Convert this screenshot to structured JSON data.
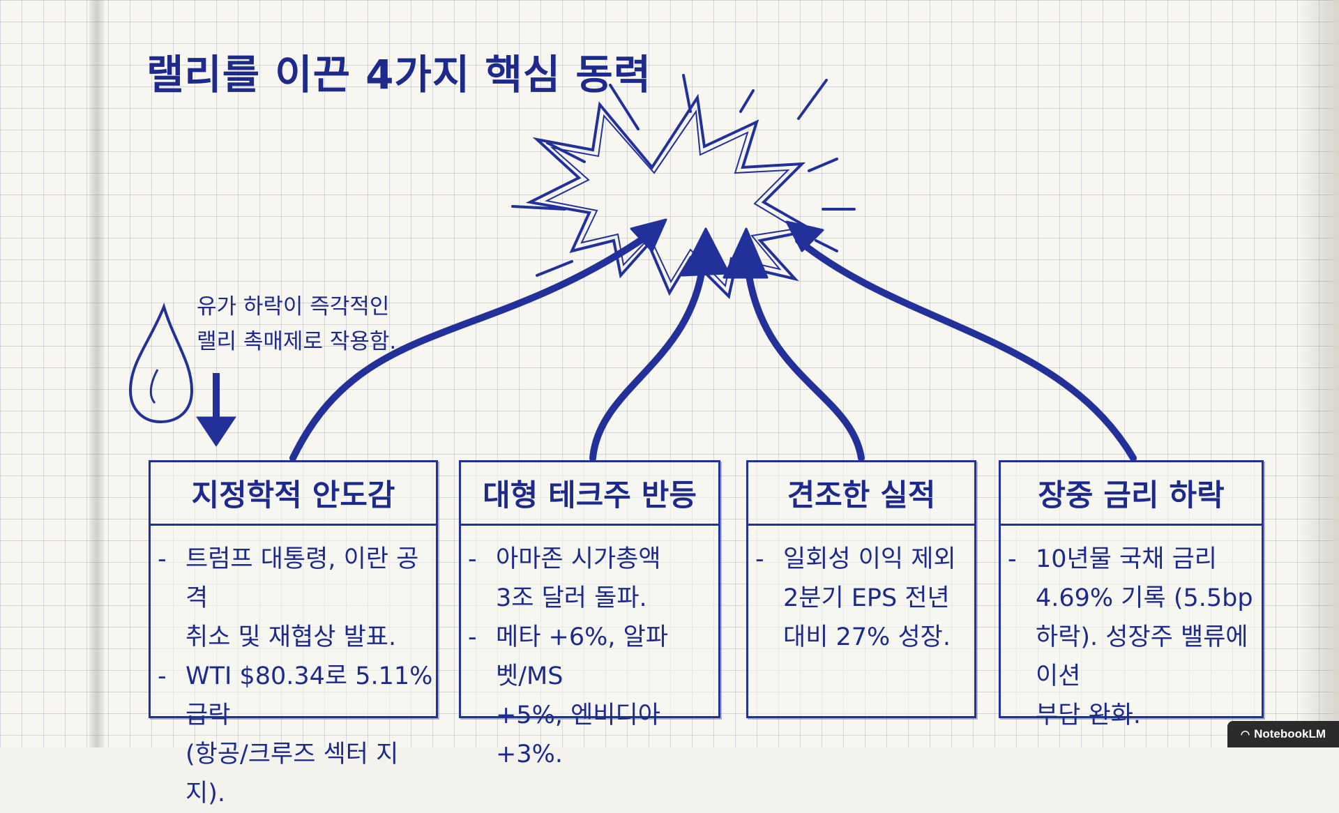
{
  "title": "랠리를 이끈 4가지 핵심 동력",
  "drop_note": {
    "line1": "유가 하락이 즉각적인",
    "line2": "랠리 촉매제로 작용함."
  },
  "cards": [
    {
      "heading": "지정학적 안도감",
      "bullets": [
        "- 트럼프 대통령, 이란 공격 취소 및 재협상 발표.",
        "- WTI $80.34로 5.11% 급락 (항공/크루즈 섹터 지지)."
      ]
    },
    {
      "heading": "대형 테크주 반등",
      "bullets": [
        "- 아마존 시가총액 3조 달러 돌파.",
        "- 메타 +6%, 알파벳/MS +5%, 엔비디아 +3%."
      ]
    },
    {
      "heading": "견조한 실적",
      "bullets": [
        "- 일회성 이익 제외 2분기 EPS 전년 대비 27% 성장."
      ]
    },
    {
      "heading": "장중 금리 하락",
      "bullets": [
        "- 10년물 국채 금리 4.69% 기록 (5.5bp 하락). 성장주 밸류에이션 부담 완화."
      ]
    }
  ],
  "card_lines": {
    "c0": [
      "트럼프 대통령, 이란 공격",
      "취소 및 재협상 발표.",
      "WTI $80.34로 5.11% 급락",
      "(항공/크루즈 섹터 지지)."
    ],
    "c1": [
      "아마존 시가총액",
      "3조 달러 돌파.",
      "메타 +6%, 알파벳/MS",
      "+5%, 엔비디아 +3%."
    ],
    "c2": [
      "일회성 이익 제외",
      "2분기 EPS 전년",
      "대비 27% 성장."
    ],
    "c3": [
      "10년물 국채 금리",
      "4.69% 기록 (5.5bp",
      "하락). 성장주 밸류에이션",
      "부담 완화."
    ]
  },
  "dash": "-",
  "brand": {
    "label": "NotebookLM",
    "icon": "notebooklm-logo-icon"
  },
  "colors": {
    "ink": "#1d2a8c",
    "paper": "#f7f6f1",
    "grid": "#7a8296"
  }
}
